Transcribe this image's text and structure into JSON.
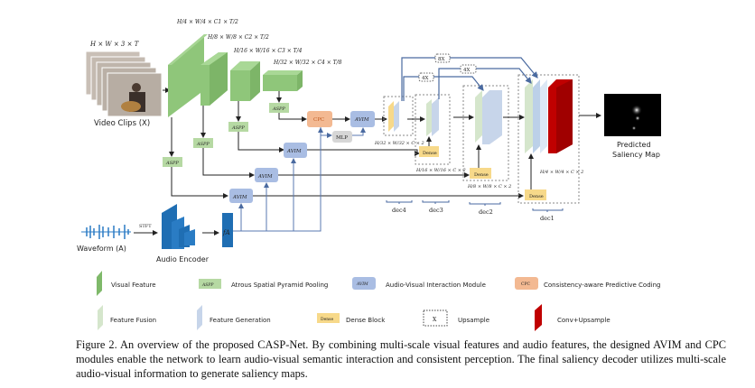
{
  "figure": {
    "input_dims": "H × W × 3 × T",
    "video_label": "Video Clips (X)",
    "feat_dims": [
      "H/4 × W/4 × C1 × T/2",
      "H/8 × W/8 × C2 × T/2",
      "H/16 × W/16 × C3 × T/4",
      "H/32 × W/32 × C4 × T/8"
    ],
    "aspp": "ASPP",
    "cpc": "CPC",
    "avim": "AVIM",
    "mlp": "MLP",
    "dense": "Dense",
    "upsample": [
      "8X",
      "4X",
      "4X"
    ],
    "dec_dims": [
      "H/32 × W/32 × C × 2",
      "H/16 × W/16 × C × 2",
      "H/8 × W/8 × C × 2",
      "H/4 × W/4 × C × 2"
    ],
    "dec_labels": [
      "dec4",
      "dec3",
      "dec2",
      "dec1"
    ],
    "output_label": [
      "Predicted",
      "Saliency Map"
    ],
    "waveform_label": "Waveform (A)",
    "stft": "STFT",
    "encoder_label": "Audio Encoder",
    "audio_feature": "fA"
  },
  "legend": {
    "visual_feature": "Visual Feature",
    "aspp": "Atrous Spatial Pyramid Pooling",
    "avim": "Audio-Visual Interaction Module",
    "cpc": "Consistency-aware Predictive Coding",
    "feature_fusion": "Feature Fusion",
    "feature_generation": "Feature Generation",
    "dense": "Dense Block",
    "upsample_symbol": "X",
    "upsample": "Upsample",
    "conv_upsample": "Conv+Upsample"
  },
  "caption": "Figure 2. An overview of the proposed CASP-Net. By combining multi-scale visual features and audio features, the designed AVIM and CPC modules enable the network to learn audio-visual semantic interaction and consistent perception. The final saliency decoder utilizes multi-scale audio-visual information to generate saliency maps.",
  "colors": {
    "visual": "#8fc67a",
    "aspp": "#b6d9a3",
    "avim": "#a9bde3",
    "cpc": "#f3b992",
    "mlp": "#d6d6d6",
    "dense": "#f7d98a",
    "fusion": "#d5e6cc",
    "generation": "#c7d5ea",
    "conv": "#c00000",
    "audio": "#1f6eb3"
  }
}
